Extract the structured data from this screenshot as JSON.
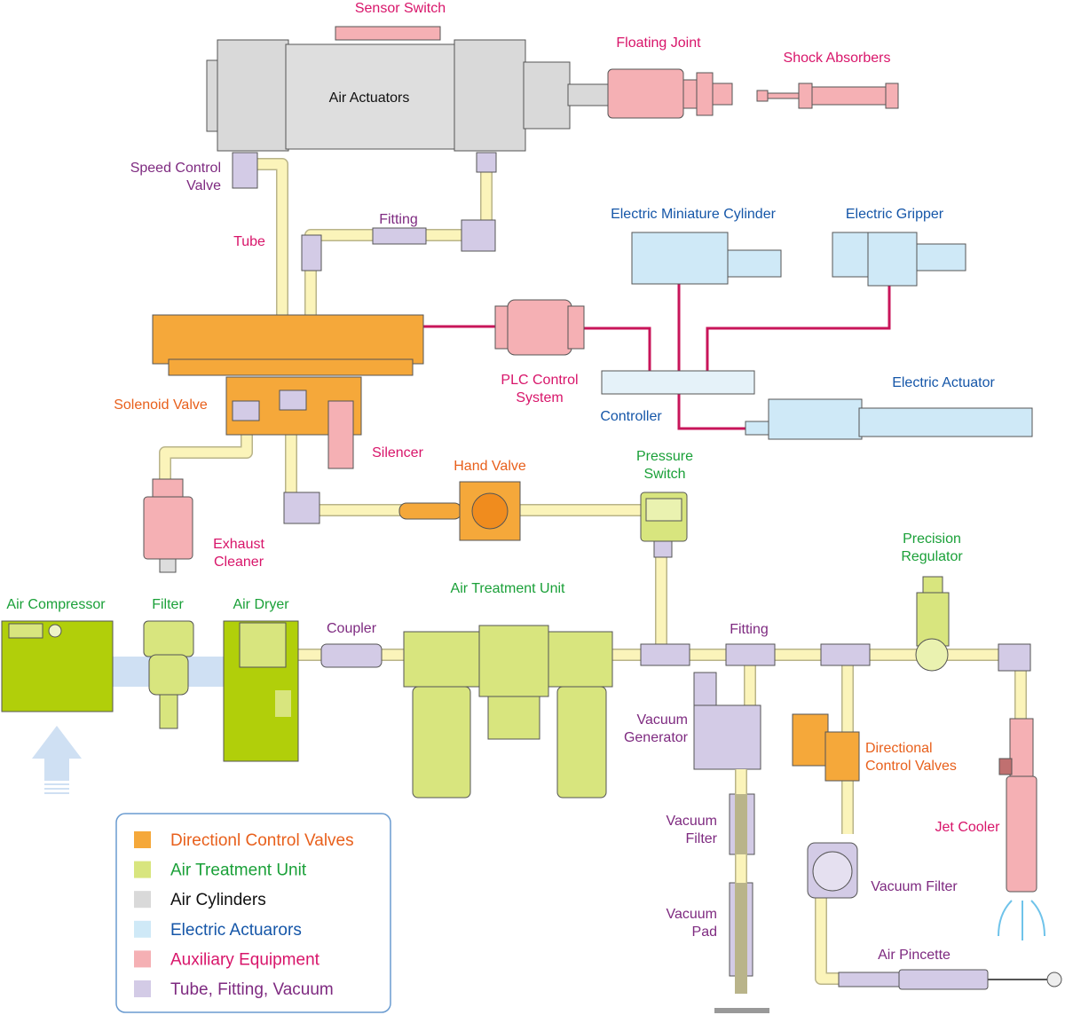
{
  "colors": {
    "directional_control_valves": "#f5a83a",
    "air_treatment_unit": "#d8e57e",
    "air_cylinders": "#d9d9d9",
    "electric_actuators": "#cfe9f7",
    "auxiliary_equipment": "#f5b0b4",
    "tube_fitting_vacuum": "#d3cbe6",
    "label_orange": "#e8601c",
    "label_green": "#1aa038",
    "label_magenta": "#d8156a",
    "label_purple": "#7e2a80",
    "label_blue": "#1556a8",
    "tube": "#fbf4ba",
    "wire": "#c8155a"
  },
  "labels": {
    "sensor_switch": "Sensor Switch",
    "floating_joint": "Floating Joint",
    "shock_absorbers": "Shock Absorbers",
    "air_actuators": "Air Actuators",
    "speed_control_valve": [
      "Speed Control",
      "Valve"
    ],
    "tube": "Tube",
    "fitting_top": "Fitting",
    "electric_miniature_cylinder": "Electric Miniature Cylinder",
    "electric_gripper": "Electric Gripper",
    "solenoid_valve": "Solenoid Valve",
    "plc_control_system": [
      "PLC Control",
      "System"
    ],
    "controller": "Controller",
    "electric_actuator": "Electric Actuator",
    "silencer": "Silencer",
    "hand_valve": "Hand Valve",
    "pressure_switch": [
      "Pressure",
      "Switch"
    ],
    "exhaust_cleaner": [
      "Exhaust",
      "Cleaner"
    ],
    "precision_regulator": [
      "Precision",
      "Regulator"
    ],
    "air_treatment_unit": "Air Treatment Unit",
    "air_compressor": "Air Compressor",
    "filter": "Filter",
    "air_dryer": "Air Dryer",
    "coupler": "Coupler",
    "fitting_bottom": "Fitting",
    "vacuum_generator": [
      "Vacuum",
      "Generator"
    ],
    "directional_control_valves": [
      "Directional",
      "Control Valves"
    ],
    "vacuum_filter_left": [
      "Vacuum",
      "Filter"
    ],
    "jet_cooler": "Jet Cooler",
    "vacuum_filter_right": "Vacuum Filter",
    "vacuum_pad": [
      "Vacuum",
      "Pad"
    ],
    "air_pincette": "Air Pincette"
  },
  "legend": [
    {
      "label": "Directionl Control Valves",
      "color": "#f5a83a",
      "text_color": "#e8601c"
    },
    {
      "label": "Air Treatment Unit",
      "color": "#d8e57e",
      "text_color": "#1aa038"
    },
    {
      "label": "Air Cylinders",
      "color": "#d9d9d9",
      "text_color": "#111111"
    },
    {
      "label": "Electric Actuarors",
      "color": "#cfe9f7",
      "text_color": "#1556a8"
    },
    {
      "label": "Auxiliary Equipment",
      "color": "#f5b0b4",
      "text_color": "#d8156a"
    },
    {
      "label": "Tube, Fitting, Vacuum",
      "color": "#d3cbe6",
      "text_color": "#7e2a80"
    }
  ]
}
